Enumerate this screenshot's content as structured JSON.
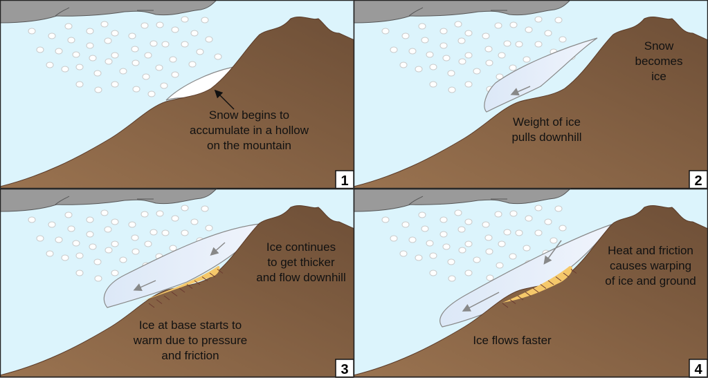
{
  "panels": [
    {
      "number": "1",
      "labels": [
        [
          "Snow begins to",
          "accumulate in a hollow",
          "on the mountain"
        ]
      ]
    },
    {
      "number": "2",
      "labels": [
        [
          "Snow",
          "becomes",
          "ice"
        ],
        [
          "Weight of ice",
          "pulls downhill"
        ]
      ]
    },
    {
      "number": "3",
      "labels": [
        [
          "Ice continues",
          "to get thicker",
          "and flow downhill"
        ],
        [
          "Ice at base starts to",
          "warm due to pressure",
          "and friction"
        ]
      ]
    },
    {
      "number": "4",
      "labels": [
        [
          "Heat and friction",
          "causes warping",
          "of ice and ground"
        ],
        [
          "Ice flows faster"
        ]
      ]
    }
  ],
  "colors": {
    "sky": "#dcf4fc",
    "cloud": "#9a9a9a",
    "mountain_light": "#9a7350",
    "mountain_dark": "#6e4f37",
    "ice": "#e6eefa",
    "warm_ice": "#f5c86a",
    "border": "#222222"
  }
}
